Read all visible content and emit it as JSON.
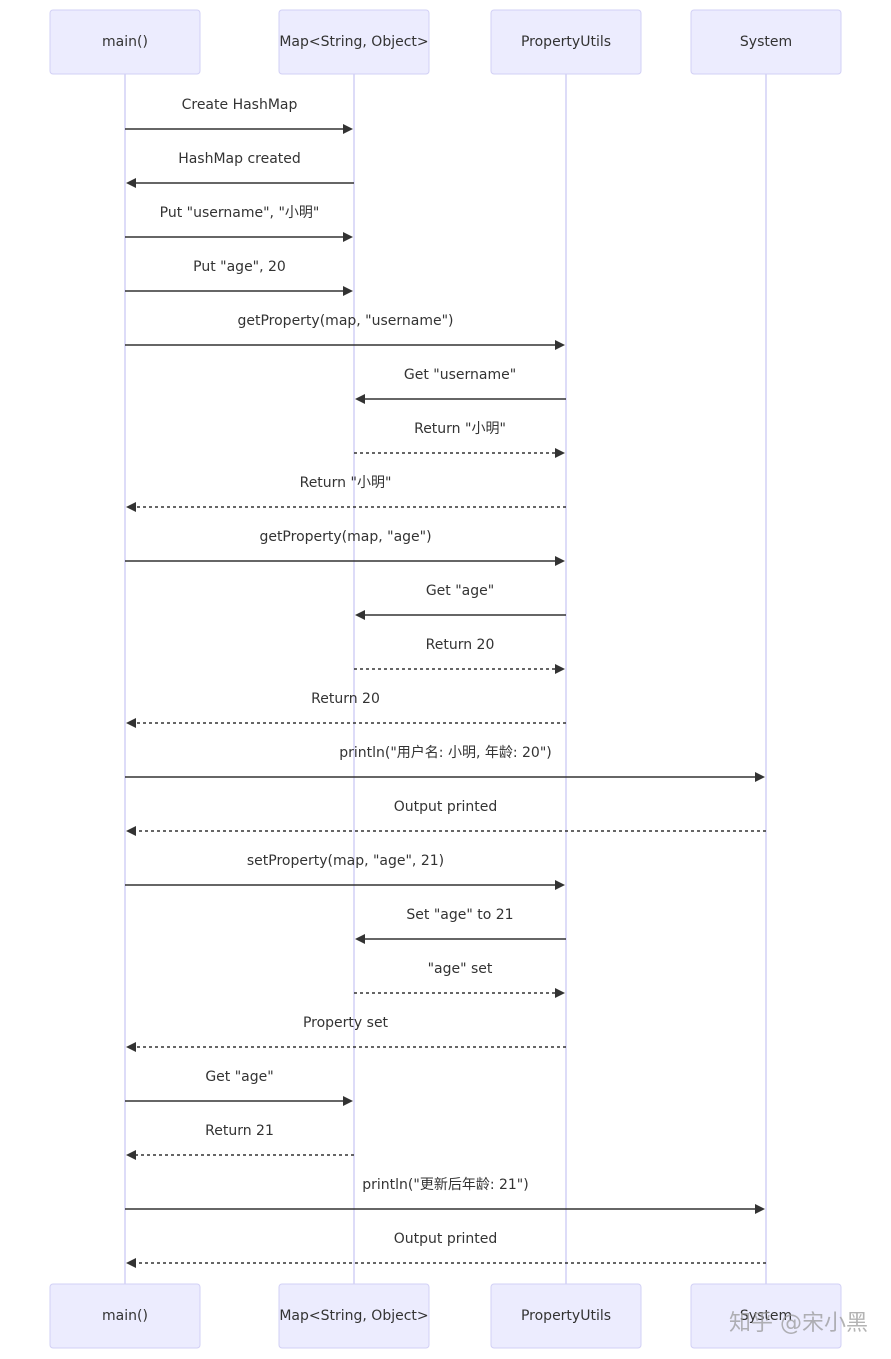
{
  "participants": [
    {
      "id": "main",
      "label": "main()"
    },
    {
      "id": "map",
      "label": "Map<String, Object>"
    },
    {
      "id": "utils",
      "label": "PropertyUtils"
    },
    {
      "id": "system",
      "label": "System"
    }
  ],
  "messages": [
    {
      "from": "main",
      "to": "map",
      "label": "Create HashMap",
      "style": "solid"
    },
    {
      "from": "map",
      "to": "main",
      "label": "HashMap created",
      "style": "solid"
    },
    {
      "from": "main",
      "to": "map",
      "label": "Put \"username\", \"小明\"",
      "style": "solid"
    },
    {
      "from": "main",
      "to": "map",
      "label": "Put \"age\", 20",
      "style": "solid"
    },
    {
      "from": "main",
      "to": "utils",
      "label": "getProperty(map, \"username\")",
      "style": "solid"
    },
    {
      "from": "utils",
      "to": "map",
      "label": "Get \"username\"",
      "style": "solid"
    },
    {
      "from": "map",
      "to": "utils",
      "label": "Return \"小明\"",
      "style": "dashed"
    },
    {
      "from": "utils",
      "to": "main",
      "label": "Return \"小明\"",
      "style": "dashed"
    },
    {
      "from": "main",
      "to": "utils",
      "label": "getProperty(map, \"age\")",
      "style": "solid"
    },
    {
      "from": "utils",
      "to": "map",
      "label": "Get \"age\"",
      "style": "solid"
    },
    {
      "from": "map",
      "to": "utils",
      "label": "Return 20",
      "style": "dashed"
    },
    {
      "from": "utils",
      "to": "main",
      "label": "Return 20",
      "style": "dashed"
    },
    {
      "from": "main",
      "to": "system",
      "label": "println(\"用户名: 小明, 年龄: 20\")",
      "style": "solid"
    },
    {
      "from": "system",
      "to": "main",
      "label": "Output printed",
      "style": "dashed"
    },
    {
      "from": "main",
      "to": "utils",
      "label": "setProperty(map, \"age\", 21)",
      "style": "solid"
    },
    {
      "from": "utils",
      "to": "map",
      "label": "Set \"age\" to 21",
      "style": "solid"
    },
    {
      "from": "map",
      "to": "utils",
      "label": "\"age\" set",
      "style": "dashed"
    },
    {
      "from": "utils",
      "to": "main",
      "label": "Property set",
      "style": "dashed"
    },
    {
      "from": "main",
      "to": "map",
      "label": "Get \"age\"",
      "style": "solid"
    },
    {
      "from": "map",
      "to": "main",
      "label": "Return 21",
      "style": "dashed"
    },
    {
      "from": "main",
      "to": "system",
      "label": "println(\"更新后年龄: 21\")",
      "style": "solid"
    },
    {
      "from": "system",
      "to": "main",
      "label": "Output printed",
      "style": "dashed"
    }
  ],
  "watermark": {
    "text": "知乎 @宋小黑"
  },
  "colors": {
    "actor_fill": "#ececfe",
    "actor_border": "#d2d0f5",
    "lifeline": "#d2d0f5",
    "message": "#333333",
    "text": "#333333"
  }
}
